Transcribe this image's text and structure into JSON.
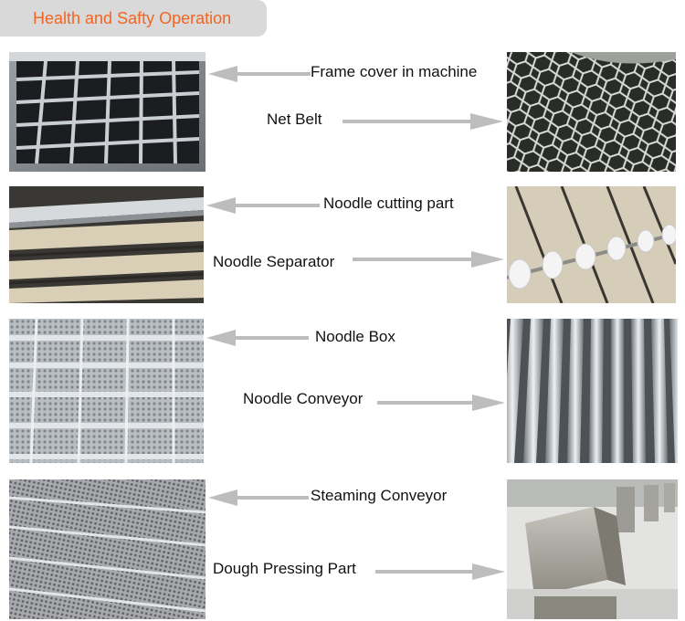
{
  "header": {
    "title": "Health and Safty Operation",
    "accent": "#f26522",
    "background": "#d9d9d9"
  },
  "arrow_color": "#bdbdbd",
  "parts": [
    {
      "label": "Frame cover in machine",
      "arrow": "left",
      "photo": "grid-frame-photo"
    },
    {
      "label": "Net Belt",
      "arrow": "right",
      "photo": "net-belt-photo"
    },
    {
      "label": "Noodle cutting part",
      "arrow": "left",
      "photo": "noodle-cutting-photo"
    },
    {
      "label": "Noodle Separator",
      "arrow": "right",
      "photo": "noodle-separator-photo"
    },
    {
      "label": "Noodle Box",
      "arrow": "left",
      "photo": "noodle-box-photo"
    },
    {
      "label": "Noodle Conveyor",
      "arrow": "right",
      "photo": "noodle-conveyor-photo"
    },
    {
      "label": "Steaming Conveyor",
      "arrow": "left",
      "photo": "steaming-conveyor-photo"
    },
    {
      "label": "Dough Pressing Part",
      "arrow": "right",
      "photo": "dough-pressing-photo"
    }
  ]
}
